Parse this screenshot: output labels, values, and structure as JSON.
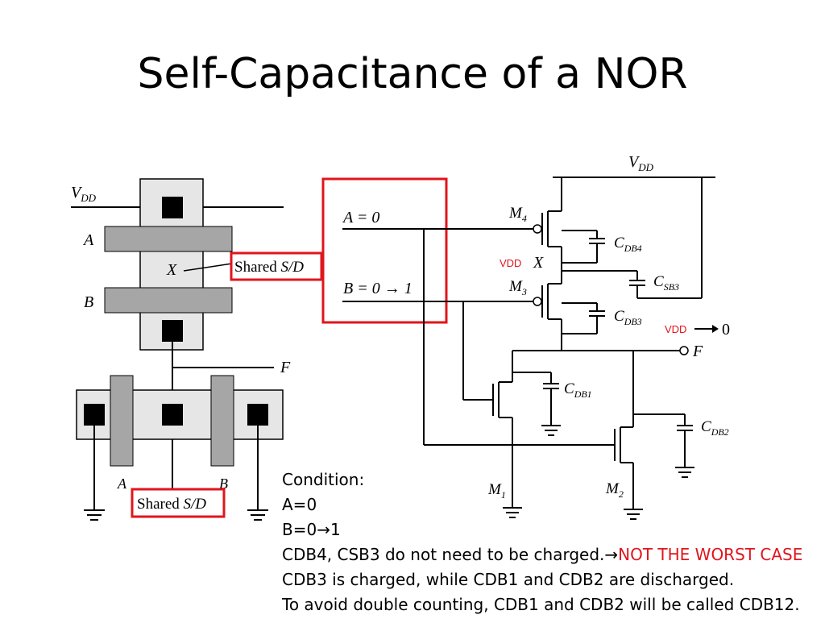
{
  "slide": {
    "title": "Self-Capacitance of a NOR"
  },
  "layout_diagram": {
    "vdd_label": "V",
    "vdd_sub": "DD",
    "input_a": "A",
    "input_b": "B",
    "node_x": "X",
    "output_f": "F",
    "bottom_a": "A",
    "bottom_b": "B",
    "shared_sd_top_prefix": "Shared ",
    "shared_sd_top_emph": "S/D",
    "shared_sd_bottom_prefix": "Shared ",
    "shared_sd_bottom_emph": "S/D"
  },
  "schematic": {
    "vdd_label": "V",
    "vdd_sub": "DD",
    "input_a": "A = 0",
    "input_b": "B = 0 → 1",
    "m4": "M",
    "m4_sub": "4",
    "m3": "M",
    "m3_sub": "3",
    "m1": "M",
    "m1_sub": "1",
    "m2": "M",
    "m2_sub": "2",
    "node_x": "X",
    "output_f": "F",
    "cdb4": "C",
    "cdb4_sub": "DB4",
    "csb3": "C",
    "csb3_sub": "SB3",
    "cdb3": "C",
    "cdb3_sub": "DB3",
    "cdb1": "C",
    "cdb1_sub": "DB1",
    "cdb2": "C",
    "cdb2_sub": "DB2",
    "annot_x_vdd": "VDD",
    "annot_f_vdd": "VDD",
    "annot_f_zero": "0"
  },
  "notes": {
    "line1": "Condition:",
    "line2": "A=0",
    "line3": "B=0→1",
    "line4_prefix": "CDB4, CSB3 do not need to be charged.→",
    "line4_highlight": "NOT THE WORST CASE",
    "line5": "CDB3 is charged, while CDB1 and CDB2 are discharged.",
    "line6": "To avoid double counting,  CDB1 and CDB2 will be called CDB12."
  },
  "colors": {
    "highlight_red": "#e0151d",
    "poly_gray": "#a6a6a6",
    "diffusion_gray": "#e6e6e6"
  }
}
